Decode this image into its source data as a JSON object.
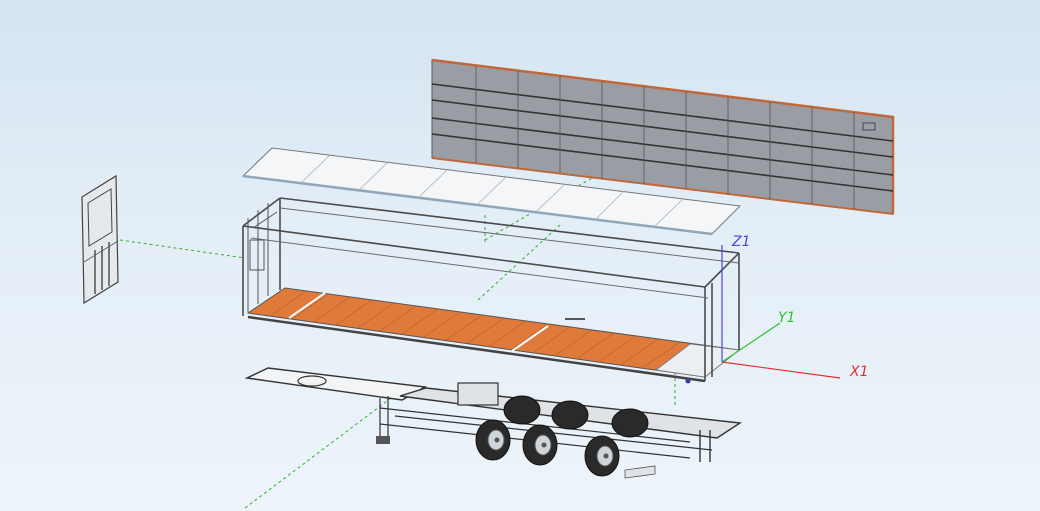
{
  "viewport": {
    "background_top": "#d4e4f1",
    "background_bottom": "#edf4fa"
  },
  "axes": {
    "x_label": "X1",
    "y_label": "Y1",
    "z_label": "Z1",
    "x_color": "#e03030",
    "y_color": "#2fbf2f",
    "z_color": "#4848e0"
  },
  "parts": [
    {
      "name": "side-wall-panel",
      "color": "#c47a4a"
    },
    {
      "name": "roof-panel",
      "color": "#f2f4f6"
    },
    {
      "name": "front-end-wall",
      "color": "#6e6e6e"
    },
    {
      "name": "container-frame",
      "color": "#4a4a4a"
    },
    {
      "name": "floor-boards",
      "color": "#e07a3a"
    },
    {
      "name": "chassis-frame",
      "color": "#3a3a3a"
    },
    {
      "name": "wheels",
      "color": "#2a2a2a"
    }
  ],
  "colors": {
    "explode_line": "#2fae2f",
    "wall_fill": "#9a9ea4",
    "wall_edge": "#c0683a",
    "roof_fill": "#f4f6f8",
    "floor": "#e07a3a",
    "frame": "#4a4a4a",
    "wheel": "#2a2a2a"
  }
}
